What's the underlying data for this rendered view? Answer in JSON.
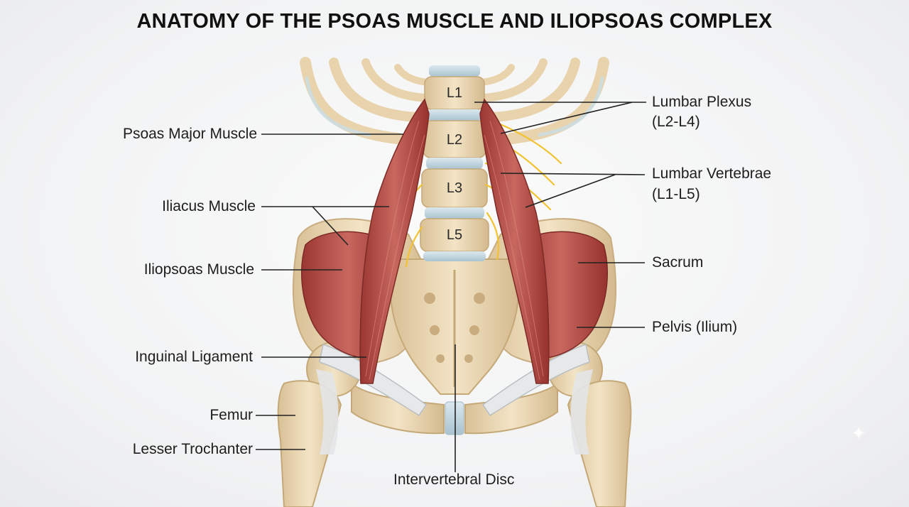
{
  "title": "ANATOMY OF THE PSOAS MUSCLE AND ILIOPSOAS COMPLEX",
  "vertebra_labels": [
    "L1",
    "L2",
    "L3",
    "L5"
  ],
  "labels_left": {
    "psoas_major": "Psoas Major Muscle",
    "iliacus": "Iliacus Muscle",
    "iliopsoas": "Iliopsoas Muscle",
    "inguinal": "Inguinal Ligament",
    "femur": "Femur",
    "lesser_trochanter": "Lesser Trochanter"
  },
  "labels_right": {
    "lumbar_plexus_1": "Lumbar Plexus",
    "lumbar_plexus_2": "(L2-L4)",
    "lumbar_vertebrae_1": "Lumbar Vertebrae",
    "lumbar_vertebrae_2": "(L1-L5)",
    "sacrum": "Sacrum",
    "pelvis": "Pelvis (Ilium)"
  },
  "labels_bottom": {
    "intervertebral_disc": "Intervertebral Disc"
  },
  "colors": {
    "bone": "#ecd9b6",
    "bone_shadow": "#cdb48a",
    "disc": "#c9dbe4",
    "muscle": "#b9504a",
    "muscle_dark": "#8d2f2b",
    "ligament": "#e4e6e8",
    "nerve": "#f2c230",
    "leader_line": "#222222"
  }
}
